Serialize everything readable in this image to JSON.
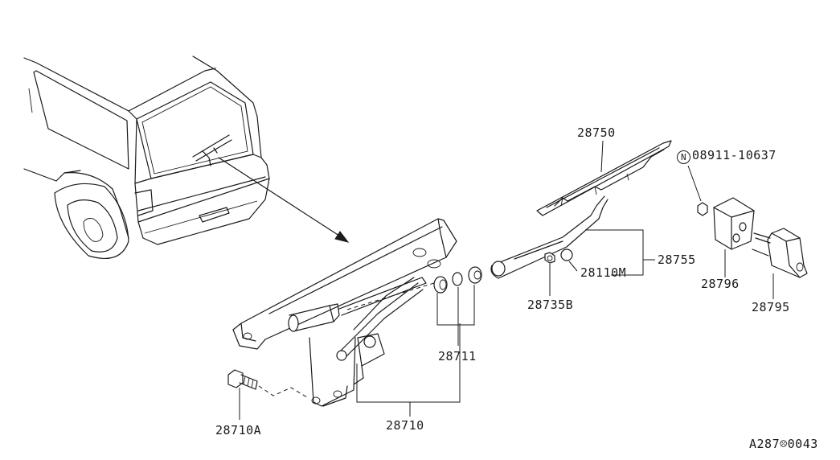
{
  "diagram": {
    "labels": {
      "p28750": "28750",
      "p08911": "08911-10637",
      "n_mark": "N",
      "p28755": "28755",
      "p28110M": "28110M",
      "p28735B": "28735B",
      "p28796": "28796",
      "p28795": "28795",
      "p28711": "28711",
      "p28710": "28710",
      "p28710A": "28710A",
      "figure_code": "A287☹0043"
    }
  }
}
